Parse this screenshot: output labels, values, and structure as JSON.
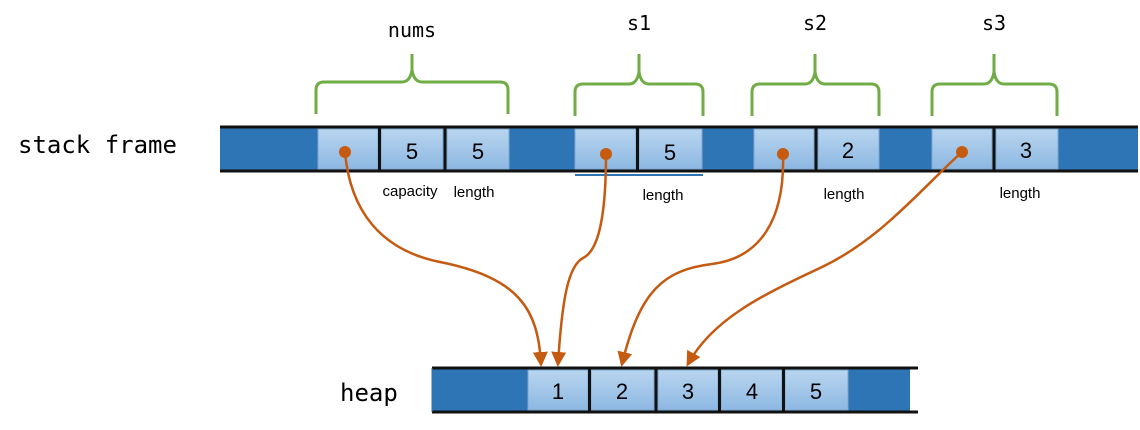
{
  "stack_frame": {
    "label": "stack frame",
    "variables": [
      {
        "name": "nums",
        "cells": [
          {
            "kind": "ptr",
            "value": "",
            "sub_label": ""
          },
          {
            "kind": "num",
            "value": "5",
            "sub_label": "capacity"
          },
          {
            "kind": "num",
            "value": "5",
            "sub_label": "length"
          }
        ],
        "points_to_heap_index": 0
      },
      {
        "name": "s1",
        "cells": [
          {
            "kind": "ptr",
            "value": "",
            "sub_label": ""
          },
          {
            "kind": "num",
            "value": "5",
            "sub_label": "length"
          }
        ],
        "points_to_heap_index": 0
      },
      {
        "name": "s2",
        "cells": [
          {
            "kind": "ptr",
            "value": "",
            "sub_label": ""
          },
          {
            "kind": "num",
            "value": "2",
            "sub_label": "length"
          }
        ],
        "points_to_heap_index": 1
      },
      {
        "name": "s3",
        "cells": [
          {
            "kind": "ptr",
            "value": "",
            "sub_label": ""
          },
          {
            "kind": "num",
            "value": "3",
            "sub_label": "length"
          }
        ],
        "points_to_heap_index": 2
      }
    ]
  },
  "heap": {
    "label": "heap",
    "cells": [
      "1",
      "2",
      "3",
      "4",
      "5"
    ]
  },
  "colors": {
    "memory_strip": "#2e75b6",
    "cell_fill": "#9dc3e6",
    "brace": "#70ad47",
    "pointer": "#c55a11",
    "text": "#000000"
  }
}
